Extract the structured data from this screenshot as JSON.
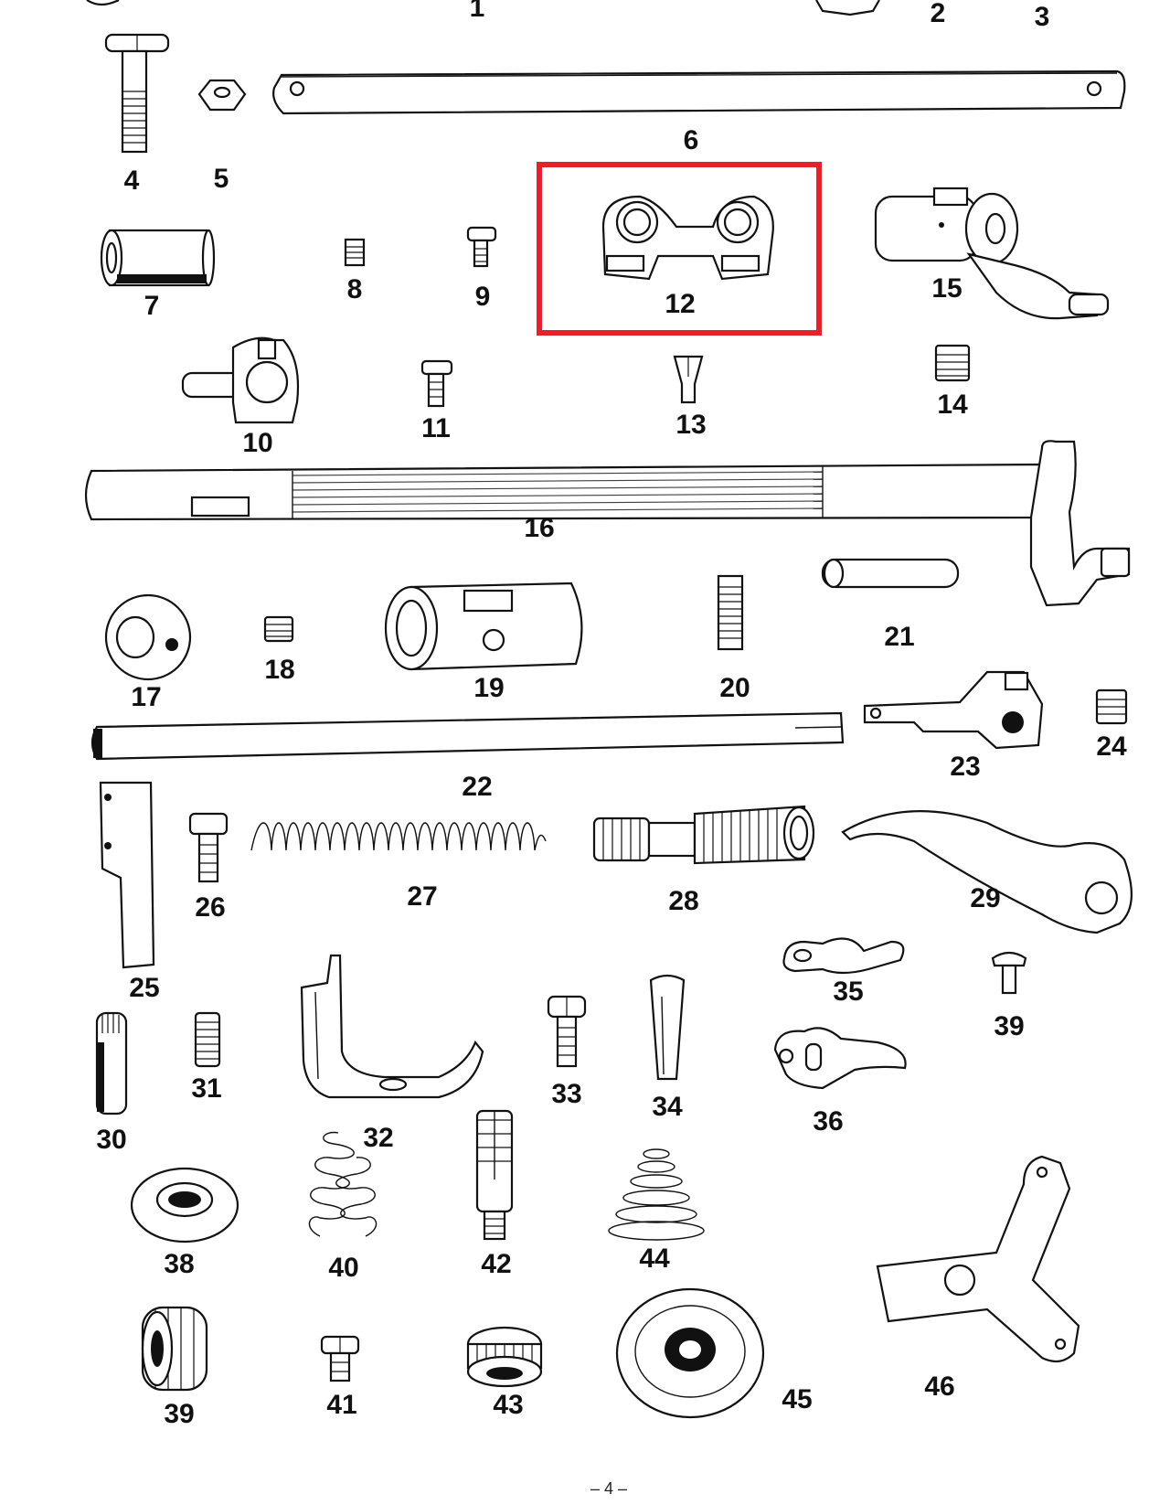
{
  "parts": {
    "p1": "1",
    "p2": "2",
    "p3": "3",
    "p4": "4",
    "p5": "5",
    "p6": "6",
    "p7": "7",
    "p8": "8",
    "p9": "9",
    "p10": "10",
    "p11": "11",
    "p12": "12",
    "p13": "13",
    "p14": "14",
    "p15": "15",
    "p16": "16",
    "p17": "17",
    "p18": "18",
    "p19": "19",
    "p20": "20",
    "p21": "21",
    "p22": "22",
    "p23": "23",
    "p24": "24",
    "p25": "25",
    "p26": "26",
    "p27": "27",
    "p28": "28",
    "p29": "29",
    "p30": "30",
    "p31": "31",
    "p32": "32",
    "p33": "33",
    "p34": "34",
    "p35": "35",
    "p36": "36",
    "p38": "38",
    "p39a": "39",
    "p39b": "39",
    "p40": "40",
    "p41": "41",
    "p42": "42",
    "p43": "43",
    "p44": "44",
    "p45": "45",
    "p46": "46"
  },
  "highlight": {
    "part": "12",
    "color": "#e3222b"
  },
  "footer": {
    "page_mark": "– 4 –"
  }
}
